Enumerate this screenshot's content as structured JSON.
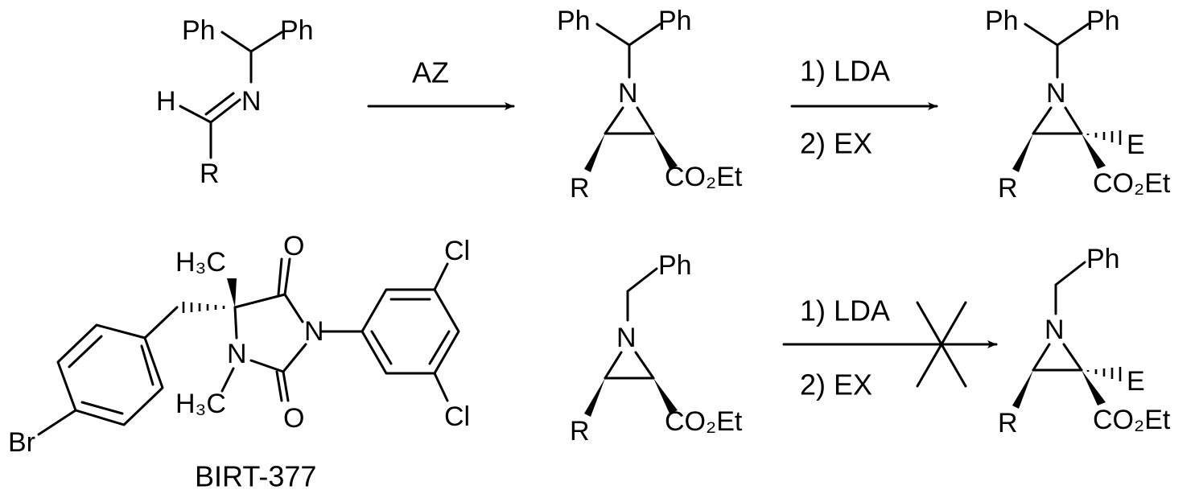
{
  "atoms": {
    "Ph": "Ph",
    "H": "H",
    "N": "N",
    "R": "R",
    "E": "E",
    "O": "O",
    "Cl": "Cl",
    "Br": "Br",
    "CH3": "H₃C",
    "ester": "CO₂Et"
  },
  "reagents": {
    "step1": "AZ",
    "lda": "1) LDA",
    "ex": "2) EX"
  },
  "compound_name": "BIRT-377"
}
